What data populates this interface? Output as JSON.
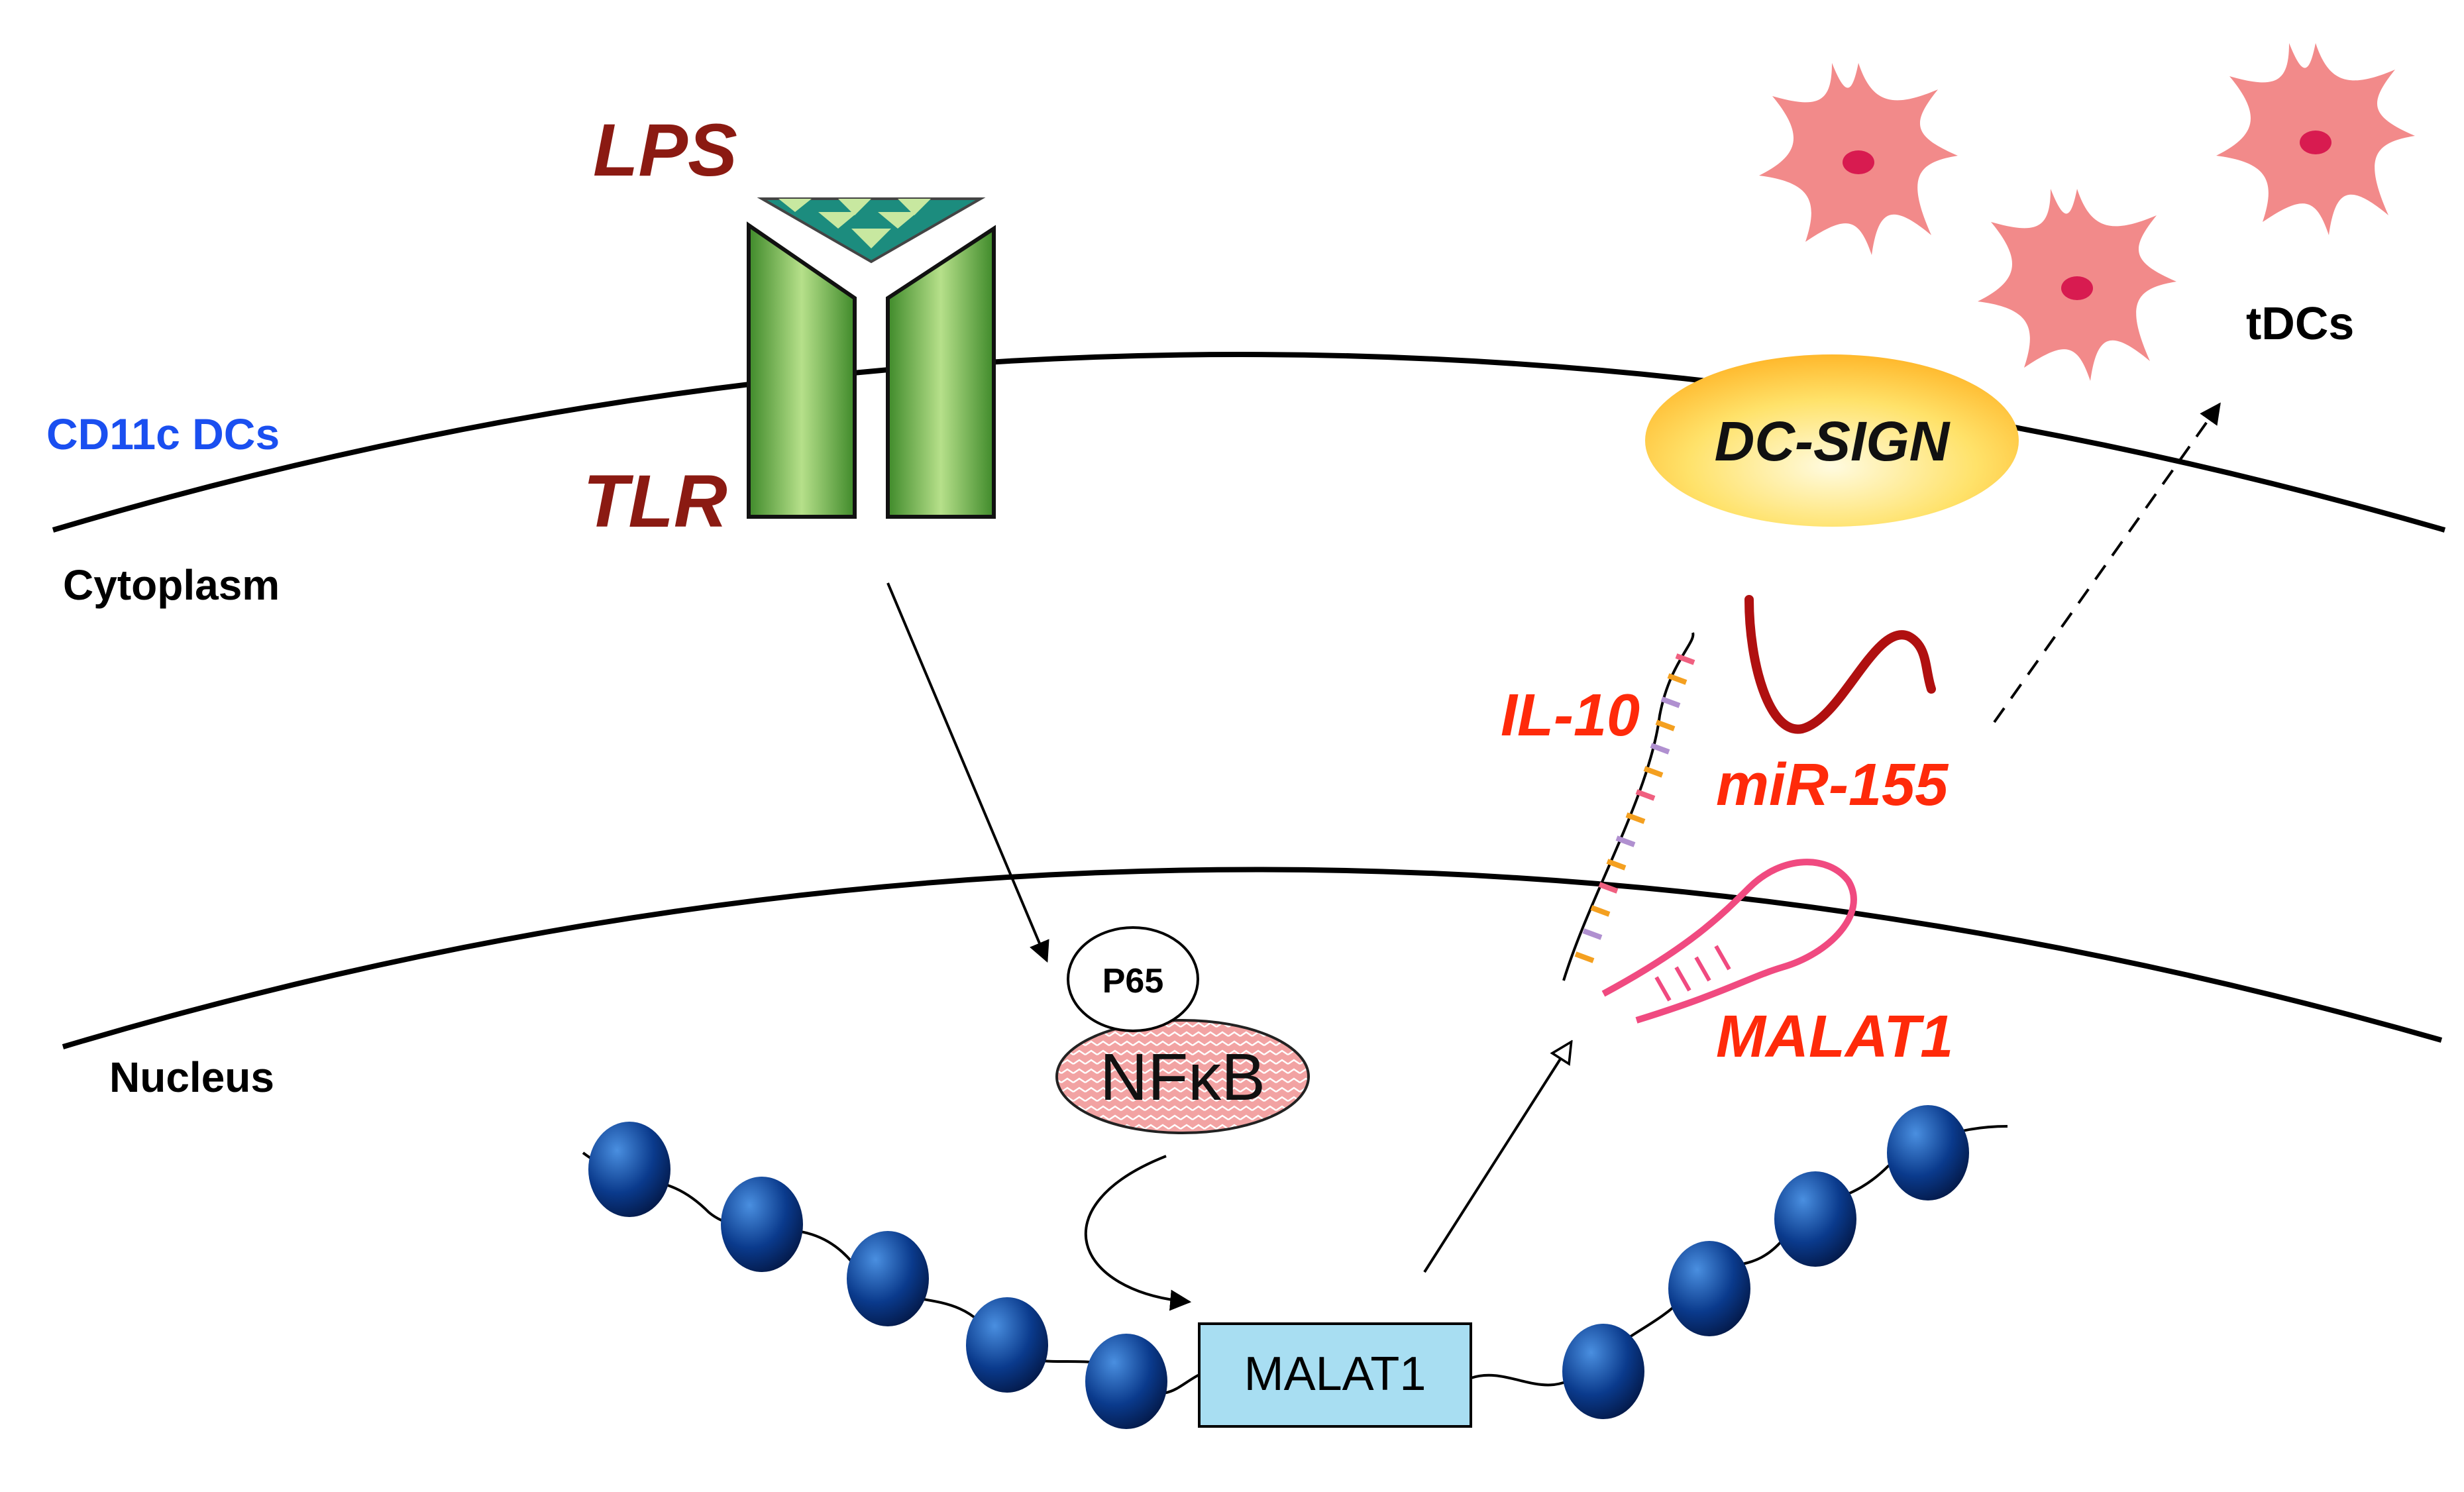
{
  "labels": {
    "lps": "LPS",
    "tlr": "TLR",
    "cd11c": "CD11c DCs",
    "cytoplasm": "Cytoplasm",
    "nucleus": "Nucleus",
    "p65": "P65",
    "nfkb": "NFκB",
    "malat1_gene": "MALAT1",
    "dc_sign": "DC-SIGN",
    "il10": "IL-10",
    "mir155": "miR-155",
    "malat1_rna": "MALAT1",
    "tdcs": "tDCs"
  },
  "colors": {
    "lps_tlr": "#8b1a12",
    "cd11c": "#1a4ff0",
    "red_label": "#ff2a0a",
    "receptor_green": "#5aa83a",
    "nucleosome_blue": "#0a3a8c",
    "malat1_box": "#a8def2",
    "nfkb_fill": "#f0a0a0",
    "dc_pink": "#f08080",
    "mir155_line": "#b01010",
    "malat1_rna_line": "#f04a80"
  },
  "icons": {
    "receptor": "tlr-receptor-icon",
    "dc_sign": "dc-sign-ellipse-icon",
    "cell": "dendritic-cell-icon",
    "nucleosome": "nucleosome-icon",
    "mirna": "mirna-hairpin-icon",
    "lncrna": "lncrna-loop-icon"
  }
}
